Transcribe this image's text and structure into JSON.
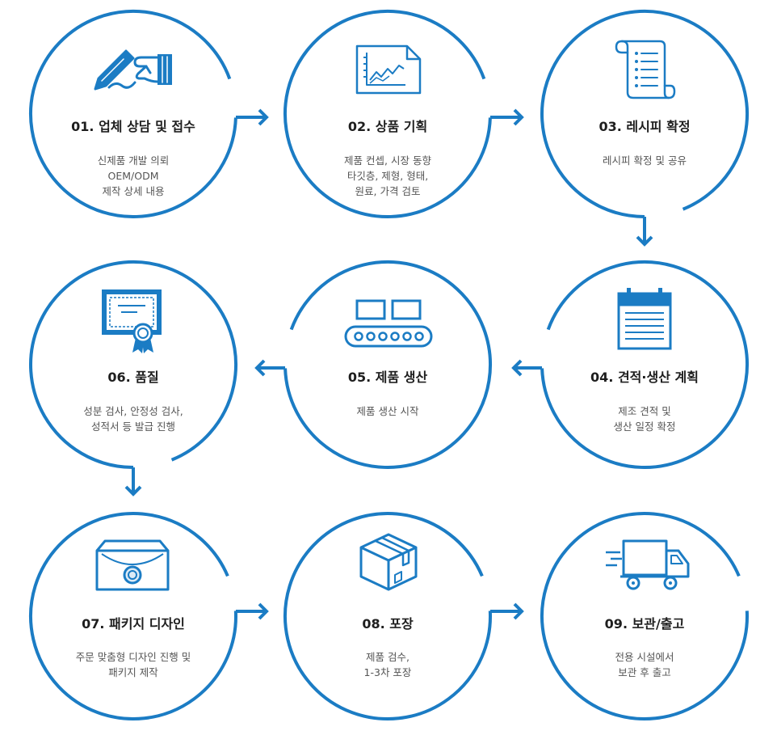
{
  "colors": {
    "accent": "#1b7cc4",
    "title": "#1e1e1e",
    "text": "#555555"
  },
  "steps": [
    {
      "title": "01. 업체 상담 및 접수",
      "description": [
        "신제품 개발 의뢰",
        "OEM/ODM",
        "제작 상세 내용"
      ],
      "icon": "pen-writing-icon"
    },
    {
      "title": "02. 상품 기획",
      "description": [
        "제품 컨셉, 시장 동향",
        "타깃층, 제형, 형태,",
        "원료, 가격 검토"
      ],
      "icon": "chart-document-icon"
    },
    {
      "title": "03. 레시피 확정",
      "description": [
        "레시피 확정 및 공유"
      ],
      "icon": "recipe-scroll-icon"
    },
    {
      "title": "04. 견적·생산 계획",
      "description": [
        "제조 견적 및",
        "생산 일정 확정"
      ],
      "icon": "calendar-icon"
    },
    {
      "title": "05. 제품 생산",
      "description": [
        "제품 생산 시작"
      ],
      "icon": "conveyor-belt-icon"
    },
    {
      "title": "06. 품질",
      "description": [
        "성분 검사, 안정성 검사,",
        "성적서 등 발급 진행"
      ],
      "icon": "certificate-icon"
    },
    {
      "title": "07. 패키지 디자인",
      "description": [
        "주문 맞춤형 디자인 진행 및",
        "패키지 제작"
      ],
      "icon": "envelope-package-icon"
    },
    {
      "title": "08. 포장",
      "description": [
        "제품 검수,",
        "1-3차 포장"
      ],
      "icon": "box-icon"
    },
    {
      "title": "09. 보관/출고",
      "description": [
        "전용 시설에서",
        "보관 후 출고"
      ],
      "icon": "delivery-truck-icon"
    }
  ]
}
